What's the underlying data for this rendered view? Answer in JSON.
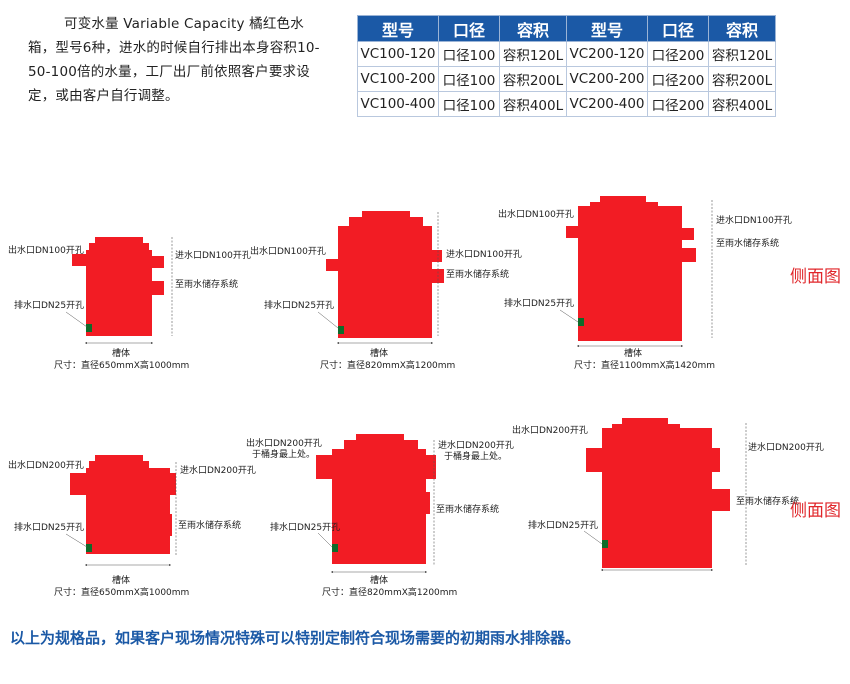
{
  "intro_text": "可变水量 Variable Capacity 橘红色水箱，型号6种，进水的时候自行排出本身容积10-50-100倍的水量，工厂出厂前依照客户要求设定，或由客户自行调整。",
  "table": {
    "headers": [
      "型号",
      "口径",
      "容积",
      "型号",
      "口径",
      "容积"
    ],
    "rows": [
      [
        "VC100-120",
        "口径100",
        "容积120L",
        "VC200-120",
        "口径200",
        "容积120L"
      ],
      [
        "VC100-200",
        "口径100",
        "容积200L",
        "VC200-200",
        "口径200",
        "容积200L"
      ],
      [
        "VC100-400",
        "口径100",
        "容积400L",
        "VC200-400",
        "口径200",
        "容积400L"
      ]
    ]
  },
  "labels": {
    "outlet_dn100": "出水口DN100开孔",
    "inlet_dn100": "进水口DN100开孔",
    "outlet_dn200": "出水口DN200开孔",
    "inlet_dn200": "进水口DN200开孔",
    "outlet_dn200_top_1": "出水口DN200开孔",
    "outlet_dn200_top_2": "于桶身最上处。",
    "inlet_dn200_top_1": "进水口DN200开孔",
    "inlet_dn200_top_2": "于桶身最上处。",
    "to_storage": "至雨水储存系统",
    "drain_dn25": "排水口DN25开孔",
    "tank_body": "槽体",
    "size_650": "尺寸：直径650mmX高1000mm",
    "size_820": "尺寸：直径820mmX高1200mm",
    "size_1100": "尺寸：直径1100mmX高1420mm",
    "side_view": "侧面图"
  },
  "footer_text": "以上为规格品，如果客户现场情况特殊可以特别定制符合现场需要的初期雨水排除器。",
  "colors": {
    "tank_red": "#f21c24",
    "header_blue": "#1b59a6",
    "side_red": "#e0262a"
  }
}
